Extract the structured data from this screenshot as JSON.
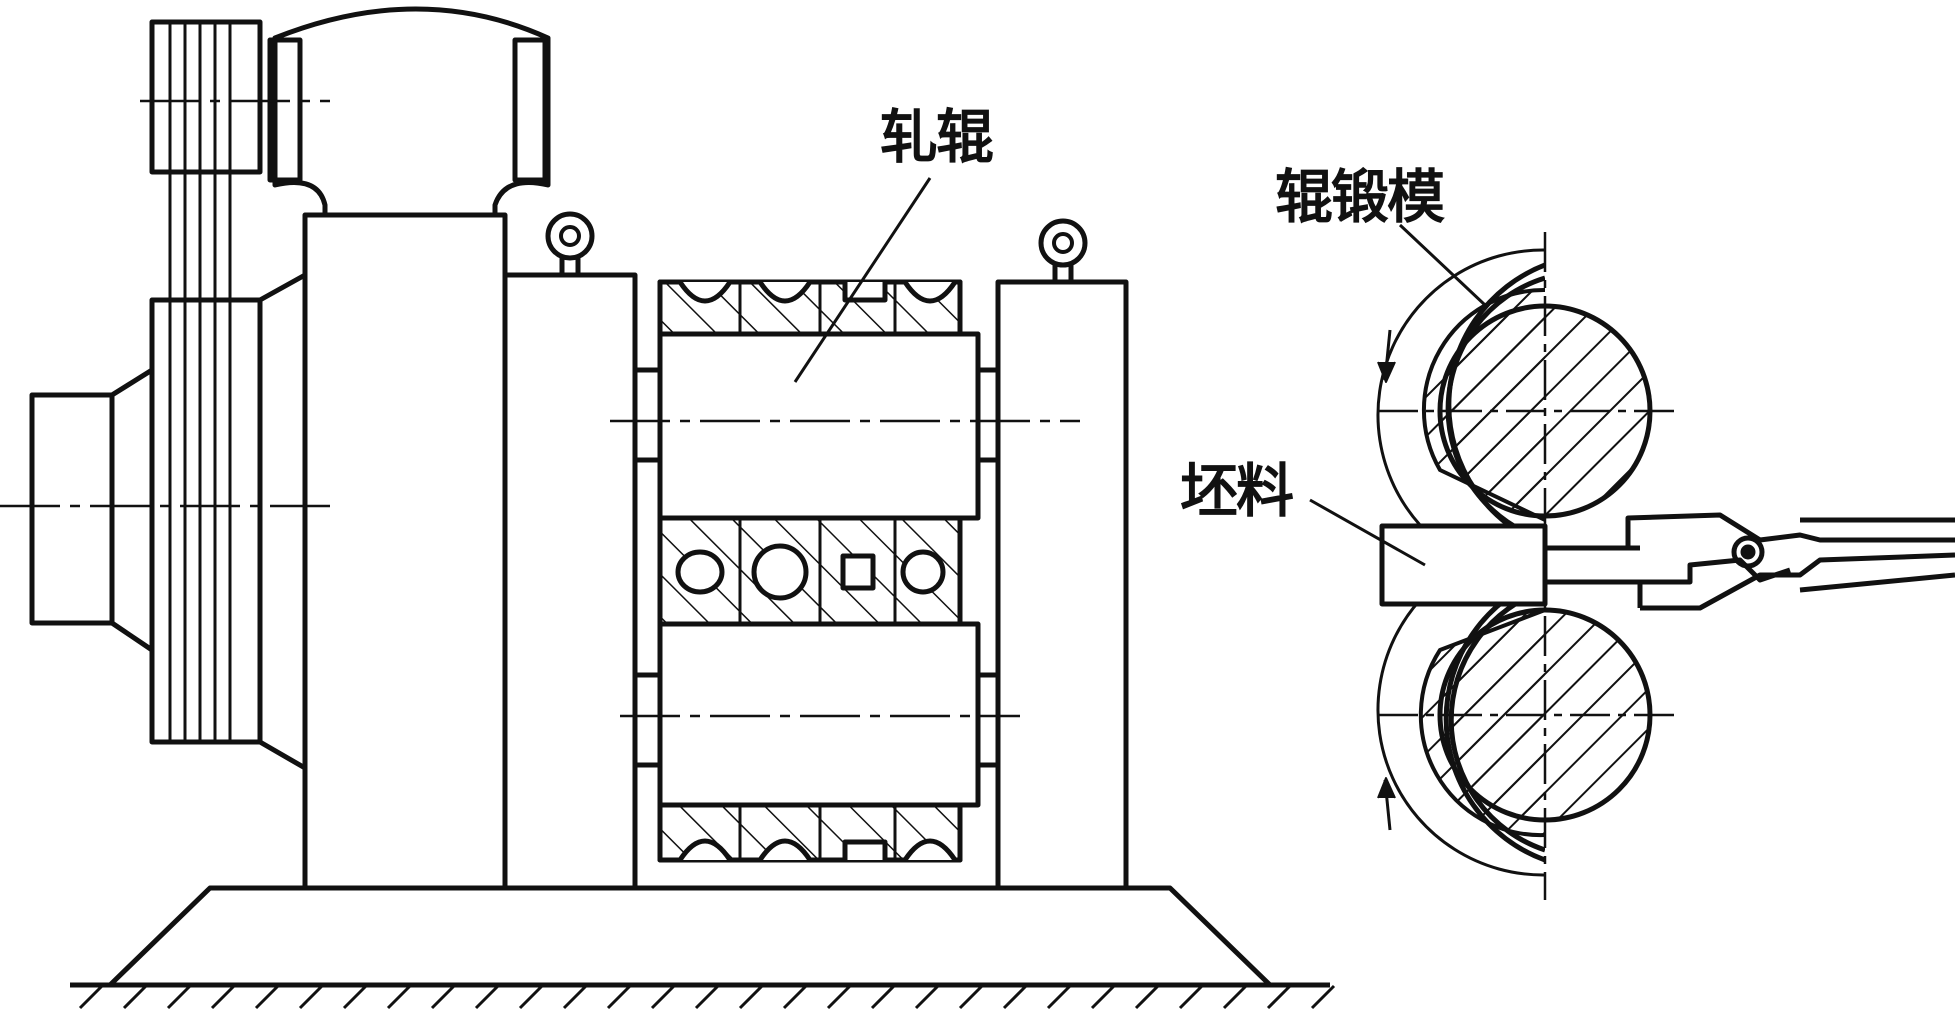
{
  "labels": {
    "roll": "轧辊",
    "forging_die": "辊锻模",
    "blank": "坯料"
  },
  "colors": {
    "line": "#111111",
    "background": "#ffffff"
  }
}
